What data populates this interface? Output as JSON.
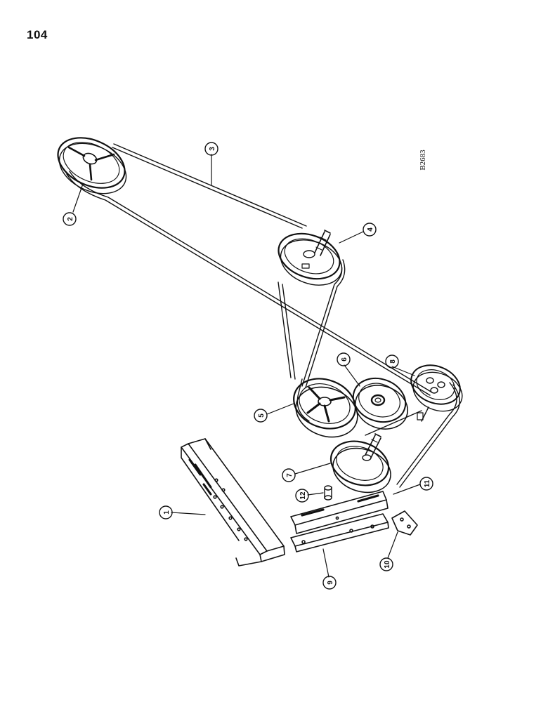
{
  "page": {
    "number": "104",
    "figure_code": "B2683"
  },
  "callouts": [
    {
      "id": "1",
      "label": "1",
      "part": "support-bracket"
    },
    {
      "id": "2",
      "label": "2",
      "part": "upper-idler-pulley"
    },
    {
      "id": "3",
      "label": "3",
      "part": "long-v-belt"
    },
    {
      "id": "4",
      "label": "4",
      "part": "drive-pulley-with-shaft"
    },
    {
      "id": "5",
      "label": "5",
      "part": "large-spoked-pulley"
    },
    {
      "id": "6",
      "label": "6",
      "part": "idler-pulley"
    },
    {
      "id": "7",
      "label": "7",
      "part": "lower-pulley-with-shaft"
    },
    {
      "id": "8",
      "label": "8",
      "part": "corner-pulley"
    },
    {
      "id": "9",
      "label": "9",
      "part": "lower-flat-bar"
    },
    {
      "id": "10",
      "label": "10",
      "part": "small-plate"
    },
    {
      "id": "11",
      "label": "11",
      "part": "slotted-angle-bar"
    },
    {
      "id": "12",
      "label": "12",
      "part": "pin"
    }
  ],
  "colors": {
    "ink": "#111111",
    "paper": "#ffffff"
  }
}
